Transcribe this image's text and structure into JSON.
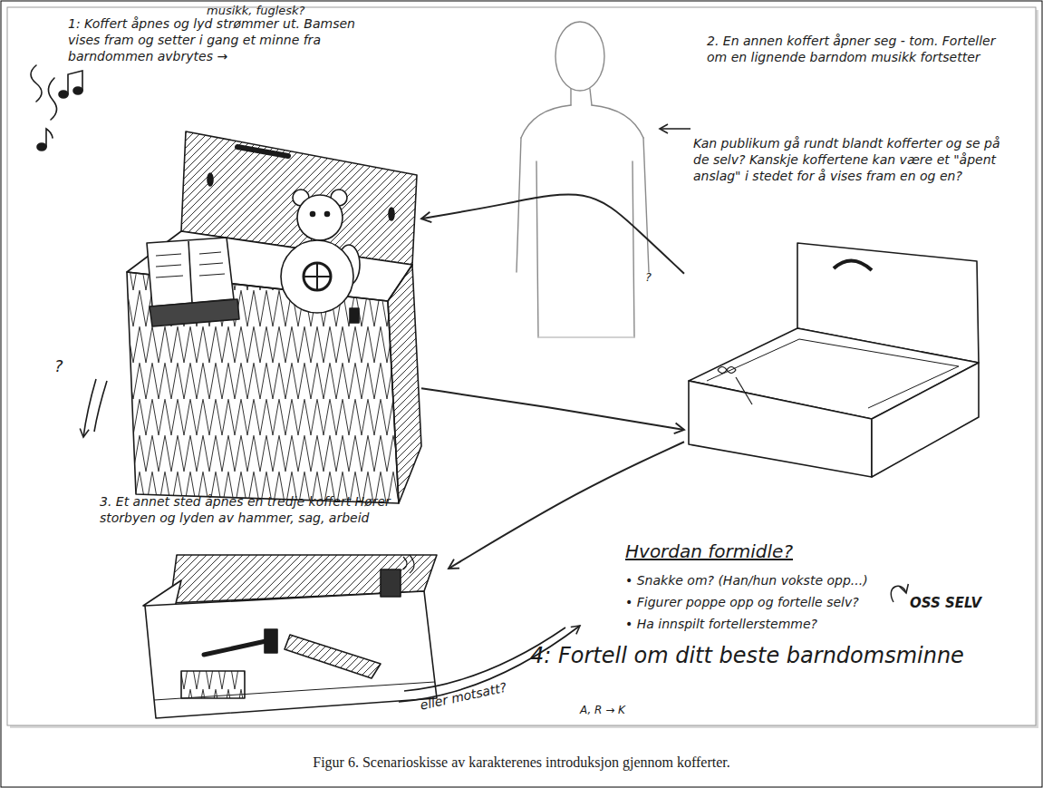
{
  "diagram": {
    "caption": "Figur 6. Scenarioskisse av karakterenes introduksjon gjennom kofferter.",
    "nodes": [
      {
        "text": [
          "1: Koffert åpnes og lyd strømmer ut. Bamsen vises fram og setter i gang et minne fra barndommen avbrytes →"
        ]
      },
      {
        "text": [
          "2. En annen koffert åpner seg - tom. Forteller om en lignende barndom musikk fortsetter"
        ]
      },
      {
        "text": [
          "3. Et annet sted åpnes en tredje koffert Hører storbyen og lyden av hammer, sag, arbeid"
        ]
      }
    ],
    "edges": [
      {
        "from": 0,
        "to": 1,
        "arrow": "to"
      },
      {
        "from": 1,
        "to": 0,
        "arrow": "to"
      },
      {
        "from": 1,
        "to": 2,
        "arrow": "to"
      }
    ],
    "labels": [
      "musikk, fuglesk?",
      "Kan publikum gå rundt blandt kofferter og se på de selv? Kanskje koffertene kan være et \"åpent anslag\" i stedet for å vises fram en og en?",
      "?",
      "eller motsatt?",
      "Hvordan formidle?",
      "• Snakke om? (Han/hun vokste opp...)",
      "OSS SELV",
      "• Figurer poppe opp og fortelle selv?",
      "• Ha innspilt fortellerstemme?",
      "4: Fortell om ditt beste barndomsminne",
      "A, R → K",
      "?"
    ]
  }
}
